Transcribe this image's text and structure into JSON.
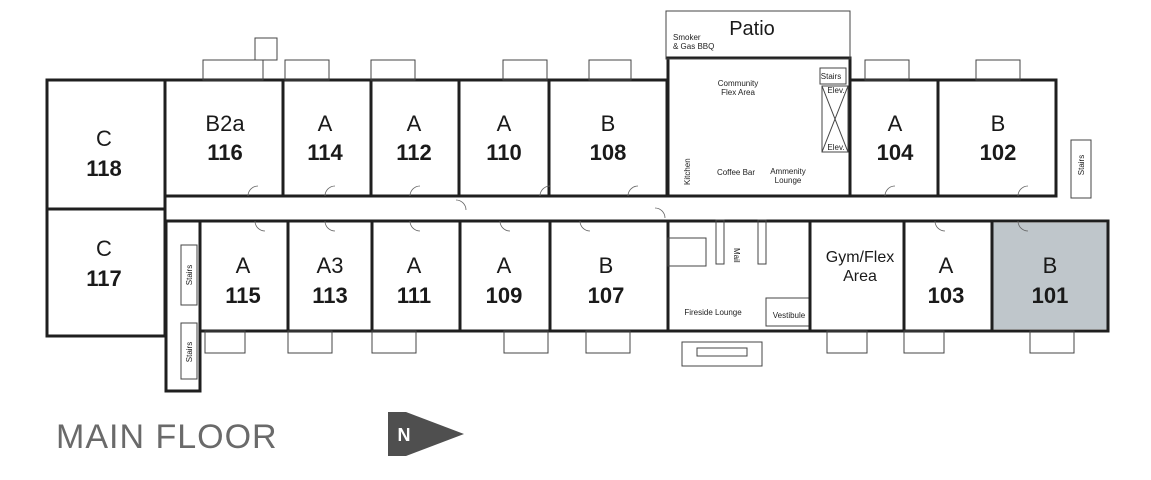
{
  "floor_title": "MAIN FLOOR",
  "north_label": "N",
  "highlight_color": "#bfc6cb",
  "units": [
    {
      "id": "118",
      "type": "C"
    },
    {
      "id": "116",
      "type": "B2a"
    },
    {
      "id": "114",
      "type": "A"
    },
    {
      "id": "112",
      "type": "A"
    },
    {
      "id": "110",
      "type": "A"
    },
    {
      "id": "108",
      "type": "B"
    },
    {
      "id": "104",
      "type": "A"
    },
    {
      "id": "102",
      "type": "B"
    },
    {
      "id": "117",
      "type": "C"
    },
    {
      "id": "115",
      "type": "A"
    },
    {
      "id": "113",
      "type": "A3"
    },
    {
      "id": "111",
      "type": "A"
    },
    {
      "id": "109",
      "type": "A"
    },
    {
      "id": "107",
      "type": "B"
    },
    {
      "id": "103",
      "type": "A"
    },
    {
      "id": "101",
      "type": "B",
      "highlighted": true
    }
  ],
  "amenities": {
    "patio": "Patio",
    "smoker_line1": "Smoker",
    "smoker_line2": "& Gas BBQ",
    "community_line1": "Community",
    "community_line2": "Flex Area",
    "kitchen": "Kitchen",
    "coffee_bar": "Coffee Bar",
    "amenity_line1": "Ammenity",
    "amenity_line2": "Lounge",
    "gym_line1": "Gym/Flex",
    "gym_line2": "Area",
    "fireside": "Fireside Lounge",
    "vestibule": "Vestibule",
    "mail": "Mail",
    "stairs": "Stairs",
    "elev": "Elev."
  }
}
